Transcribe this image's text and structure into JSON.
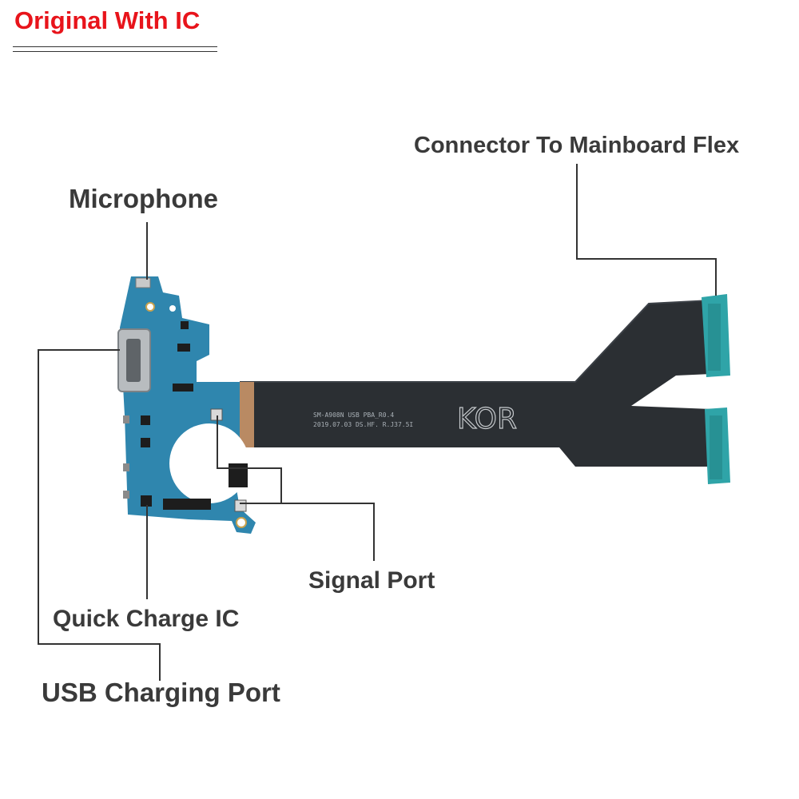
{
  "badge": {
    "text": "Original With IC",
    "color": "#e8141b"
  },
  "labels": {
    "connector": "Connector To Mainboard Flex",
    "microphone": "Microphone",
    "signal_port": "Signal Port",
    "quick_charge": "Quick Charge IC",
    "usb_port": "USB Charging Port"
  },
  "flex_print": {
    "line1": "SM-A908N USB PBA_R0.4",
    "line2": "2019.07.03 DS.HF. R.J37.5I",
    "mark": "KOR"
  },
  "colors": {
    "pcb": "#2f86ae",
    "flex": "#2b2f33",
    "connector": "#2fa4a8",
    "leader_line": "#333333"
  }
}
